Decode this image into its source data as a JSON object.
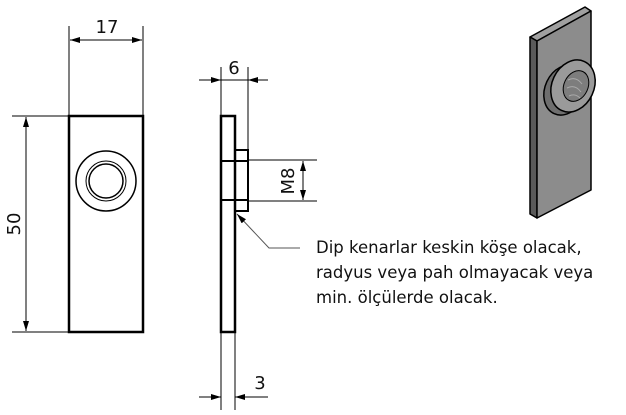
{
  "dimensions": {
    "width": "17",
    "height": "50",
    "total_depth": "6",
    "plate_thickness": "3",
    "thread": "M8"
  },
  "note": {
    "lines": [
      "Dip kenarlar keskin köşe olacak,",
      "radyus veya pah olmayacak veya",
      "min. ölçülerde olacak."
    ]
  },
  "colors": {
    "line": "#000000",
    "iso_front": "#8c8c8c",
    "iso_side": "#5a5a5a",
    "iso_top": "#a0a0a0"
  }
}
